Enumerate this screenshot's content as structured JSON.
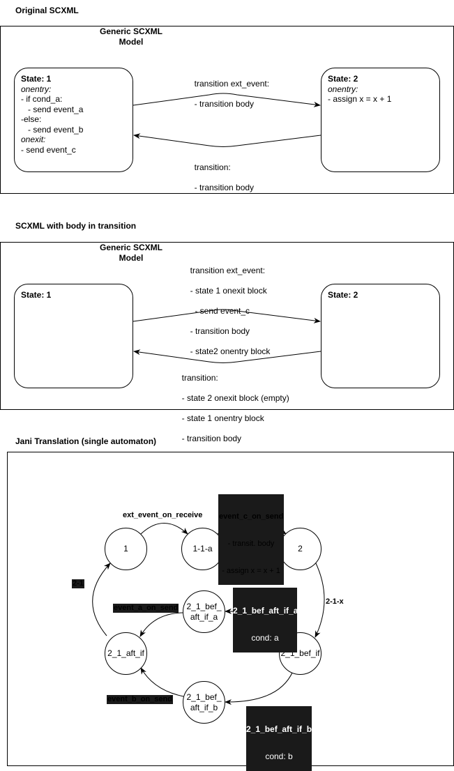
{
  "sections": {
    "original": {
      "title": "Original SCXML"
    },
    "with_body": {
      "title": "SCXML  with body in transition"
    },
    "jani": {
      "title": "Jani Translation (single automaton)"
    }
  },
  "model_label": [
    "Generic SCXML",
    "Model"
  ],
  "original": {
    "state1": {
      "header": "State: 1",
      "lines": [
        {
          "text": "onentry:",
          "style": "it"
        },
        {
          "text": "- if cond_a:",
          "style": "ln"
        },
        {
          "text": "   - send event_a",
          "style": "ln"
        },
        {
          "text": "-else:",
          "style": "ln"
        },
        {
          "text": "   - send event_b",
          "style": "ln"
        },
        {
          "text": "onexit:",
          "style": "it"
        },
        {
          "text": "- send event_c",
          "style": "ln"
        }
      ]
    },
    "state2": {
      "header": "State: 2",
      "lines": [
        {
          "text": "onentry:",
          "style": "it"
        },
        {
          "text": "- assign x = x + 1",
          "style": "ln"
        }
      ]
    },
    "edge_top": [
      "transition ext_event:",
      "- transition body"
    ],
    "edge_bottom": [
      "transition:",
      "- transition body"
    ]
  },
  "with_body": {
    "state1": {
      "header": "State: 1"
    },
    "state2": {
      "header": "State: 2"
    },
    "edge_top": [
      "transition ext_event:",
      "- state 1 onexit block",
      "  - send event_c",
      "- transition body",
      "- state2 onentry block"
    ],
    "edge_bottom": [
      "transition:",
      "- state 2 onexit block (empty)",
      "- state 1 onentry block",
      "- transition body"
    ]
  },
  "jani": {
    "nodes": {
      "n1": "1",
      "n11a": "1-1-a",
      "n2": "2",
      "n21baia": [
        "2_1_bef_",
        "aft_if_a"
      ],
      "n21aftif": "2_1_aft_if",
      "n21befif": "2_1_bef_if",
      "n21baib": [
        "2_1_bef_",
        "aft_if_b"
      ]
    },
    "labels": {
      "ext_event_on_receive": "ext_event_on_receive",
      "event_c_on_send": [
        "event_c_on_send",
        "- transit. body",
        "- assign x = x + 1"
      ],
      "n2_1_x": "2-1-x",
      "bef_aft_if_a": [
        "2_1_bef_aft_if_a",
        "cond: a"
      ],
      "bef_aft_if_b": [
        "2_1_bef_aft_if_b",
        "cond: b"
      ],
      "event_a_on_send": "event_a_on_send",
      "event_b_on_send": "event_b_on_send",
      "n2_1": "2-1"
    }
  },
  "colors": {
    "line": "#000000",
    "tag_bg": "#1a1a1a"
  }
}
